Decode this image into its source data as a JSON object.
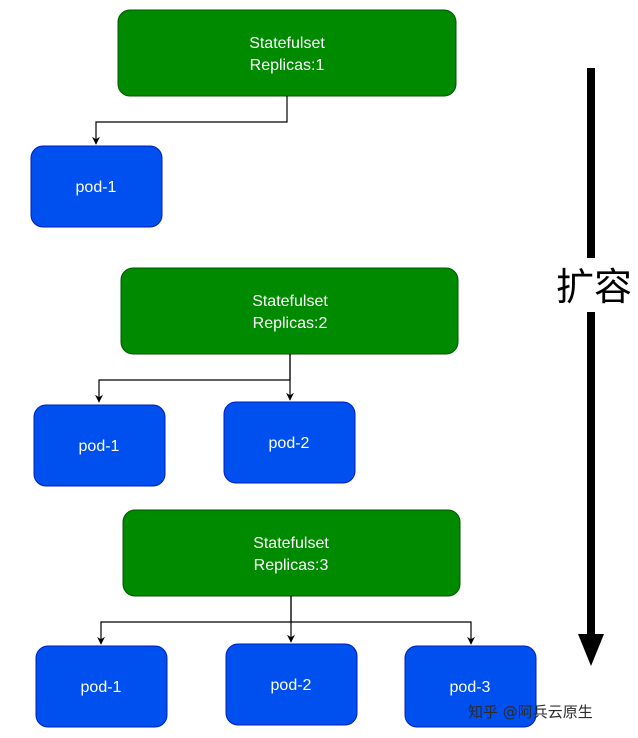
{
  "stages": [
    {
      "statefulset": {
        "line1": "Statefulset",
        "line2": "Replicas:1"
      },
      "pods": [
        "pod-1"
      ]
    },
    {
      "statefulset": {
        "line1": "Statefulset",
        "line2": "Replicas:2"
      },
      "pods": [
        "pod-1",
        "pod-2"
      ]
    },
    {
      "statefulset": {
        "line1": "Statefulset",
        "line2": "Replicas:3"
      },
      "pods": [
        "pod-1",
        "pod-2",
        "pod-3"
      ]
    }
  ],
  "side_label": "扩容",
  "watermark": "知乎 @阿兵云原生",
  "colors": {
    "statefulset_fill": "#008a00",
    "statefulset_stroke": "#005700",
    "pod_fill": "#0050ef",
    "pod_stroke": "#001dbc",
    "connector": "#000000",
    "arrow": "#000000"
  }
}
